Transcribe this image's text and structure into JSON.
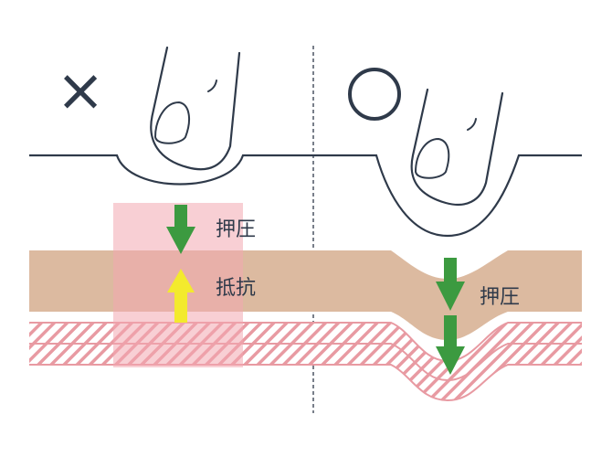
{
  "left_panel": {
    "mark": "×",
    "pressure_label": "押圧",
    "resistance_label": "抵抗"
  },
  "right_panel": {
    "mark": "○",
    "pressure_label": "押圧"
  },
  "colors": {
    "line": "#2f3a4a",
    "skin": "#dcbaa0",
    "pink_zone": "#f2a8b0",
    "hatch": "#e89aa2",
    "arrow_green": "#3c9a40",
    "arrow_yellow": "#f3ea2d"
  }
}
